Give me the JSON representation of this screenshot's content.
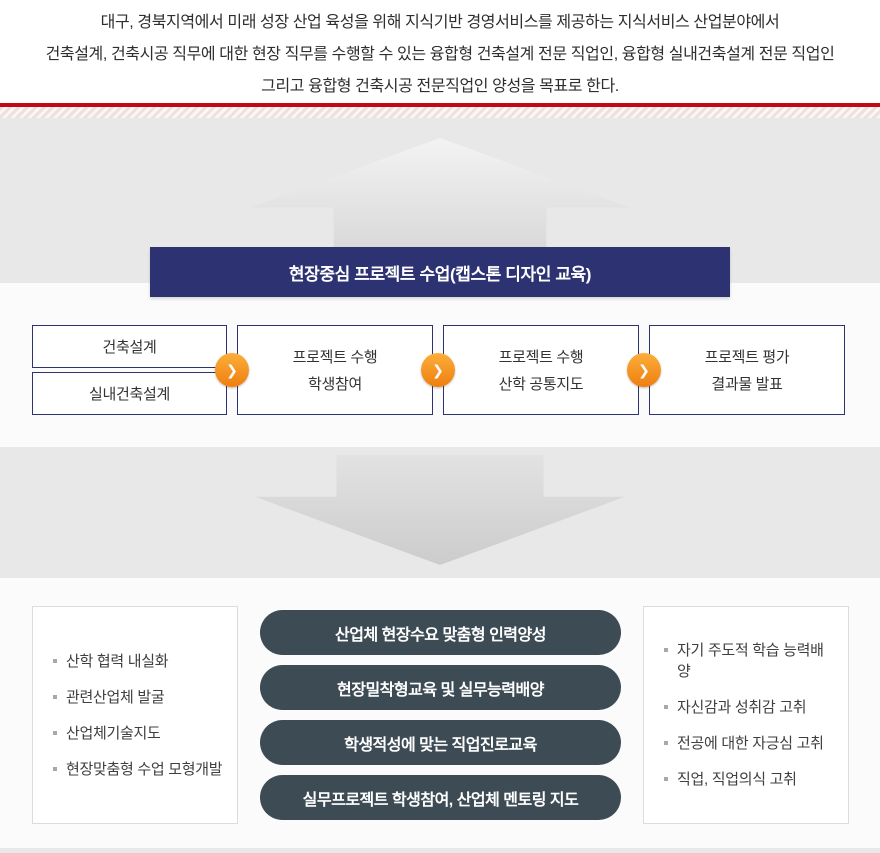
{
  "intro": {
    "lines": [
      "대구, 경북지역에서 미래 성장 산업 육성을 위해 지식기반 경영서비스를 제공하는 지식서비스 산업분야에서",
      "건축설계, 건축시공 직무에 대한 현장 직무를 수행할 수 있는 융합형 건축설계 전문 직업인, 융합형 실내건축설계 전문 직업인",
      "그리고 융합형 건축시공 전문직업인 양성을 목표로 한다."
    ]
  },
  "process": {
    "header": "현장중심 프로젝트 수업(캡스톤 디자인 교육)",
    "source_boxes": [
      "건축설계",
      "실내건축설계"
    ],
    "steps": [
      {
        "line1": "프로젝트 수행",
        "line2": "학생참여"
      },
      {
        "line1": "프로젝트 수행",
        "line2": "산학 공통지도"
      },
      {
        "line1": "프로젝트 평가",
        "line2": "결과물 발표"
      }
    ]
  },
  "outcomes": {
    "left_items": [
      "산학 협력 내실화",
      "관련산업체 발굴",
      "산업체기술지도",
      "현장맞춤형 수업 모형개발"
    ],
    "pills": [
      "산업체 현장수요 맞춤형 인력양성",
      "현장밀착형교육 및 실무능력배양",
      "학생적성에 맞는 직업진로교육",
      "실무프로젝트 학생참여, 산업체 멘토링 지도"
    ],
    "right_items": [
      "자기 주도적 학습 능력배양",
      "자신감과 성취감 고취",
      "전공에 대한 자긍심 고취",
      "직업, 직업의식 고취"
    ]
  },
  "icons": {
    "chevron_right": "❯"
  },
  "colors": {
    "accent_red": "#c20715",
    "navy": "#2d3272",
    "orange": "#f6921e",
    "pill_dark": "#3d4b54",
    "canvas_gray": "#e8e8e8"
  }
}
